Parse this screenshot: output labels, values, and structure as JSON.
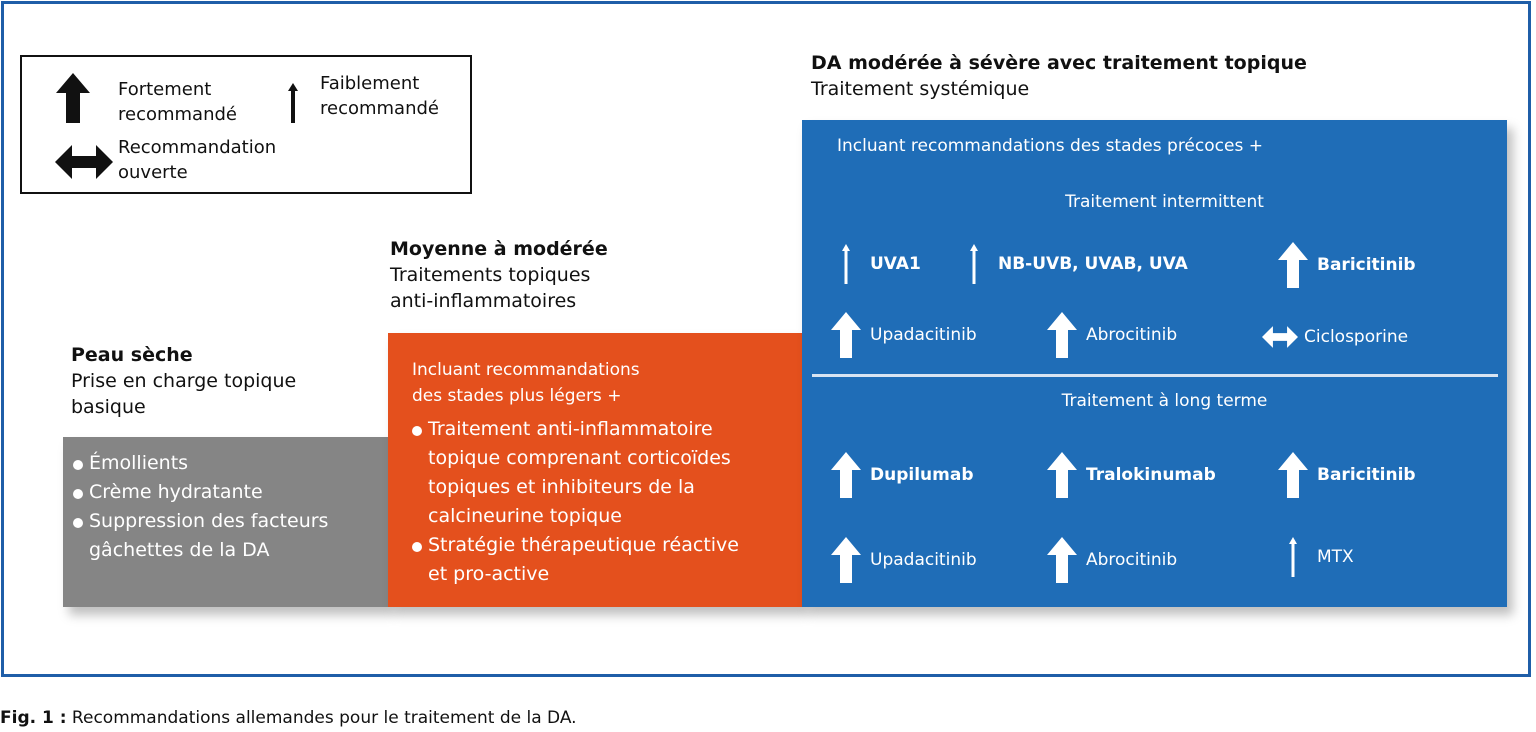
{
  "legend": {
    "strong": {
      "icon": "thick-up-arrow",
      "line1": "Fortement",
      "line2": "recommandé"
    },
    "weak": {
      "icon": "thin-up-arrow",
      "line1": "Faiblement",
      "line2": "recommandé"
    },
    "open": {
      "icon": "double-headed-arrow",
      "line1": "Recommandation",
      "line2": "ouverte"
    }
  },
  "stages": {
    "dry_skin": {
      "title": "Peau sèche",
      "subtitle_line1": "Prise en charge topique",
      "subtitle_line2": "basique",
      "color": "#858585",
      "items": [
        "Émollients",
        "Crème hydratante",
        "Suppression des facteurs",
        "gâchettes de la DA"
      ]
    },
    "mild_moderate": {
      "title": "Moyenne à modérée",
      "subtitle_line1": "Traitements topiques",
      "subtitle_line2": "anti-inflammatoires",
      "color": "#e4501d",
      "intro_line1": "Incluant recommandations",
      "intro_line2": "des stades plus légers +",
      "bullet1": [
        "Traitement anti-inflammatoire",
        "topique comprenant corticoïdes",
        "topiques et inhibiteurs de la",
        "calcineurine topique"
      ],
      "bullet2": [
        "Stratégie thérapeutique réactive",
        "et pro-active"
      ]
    },
    "moderate_severe": {
      "title": "DA modérée à sévère avec traitement topique",
      "subtitle": "Traitement systémique",
      "color": "#1f6db7",
      "intro": "Incluant recommandations des stades précoces +",
      "intermittent": {
        "heading": "Traitement intermittent",
        "drugs": [
          {
            "name": "UVA1",
            "strength": "weak",
            "bold": true
          },
          {
            "name": "NB-UVB, UVAB, UVA",
            "strength": "weak",
            "bold": true
          },
          {
            "name": "Baricitinib",
            "strength": "strong",
            "bold": true
          },
          {
            "name": "Upadacitinib",
            "strength": "strong",
            "bold": false
          },
          {
            "name": "Abrocitinib",
            "strength": "strong",
            "bold": false
          },
          {
            "name": "Ciclosporine",
            "strength": "open",
            "bold": false
          }
        ]
      },
      "long_term": {
        "heading": "Traitement à long terme",
        "drugs": [
          {
            "name": "Dupilumab",
            "strength": "strong",
            "bold": true
          },
          {
            "name": "Tralokinumab",
            "strength": "strong",
            "bold": true
          },
          {
            "name": "Baricitinib",
            "strength": "strong",
            "bold": true
          },
          {
            "name": "Upadacitinib",
            "strength": "strong",
            "bold": false
          },
          {
            "name": "Abrocitinib",
            "strength": "strong",
            "bold": false
          },
          {
            "name": "MTX",
            "strength": "weak",
            "bold": false
          }
        ]
      }
    }
  },
  "caption": {
    "label": "Fig. 1 :",
    "text": " Recommandations allemandes pour le traitement de la DA."
  },
  "colors": {
    "frame": "#1f5ea8",
    "gray": "#858585",
    "orange": "#e4501d",
    "blue": "#1f6db7"
  }
}
